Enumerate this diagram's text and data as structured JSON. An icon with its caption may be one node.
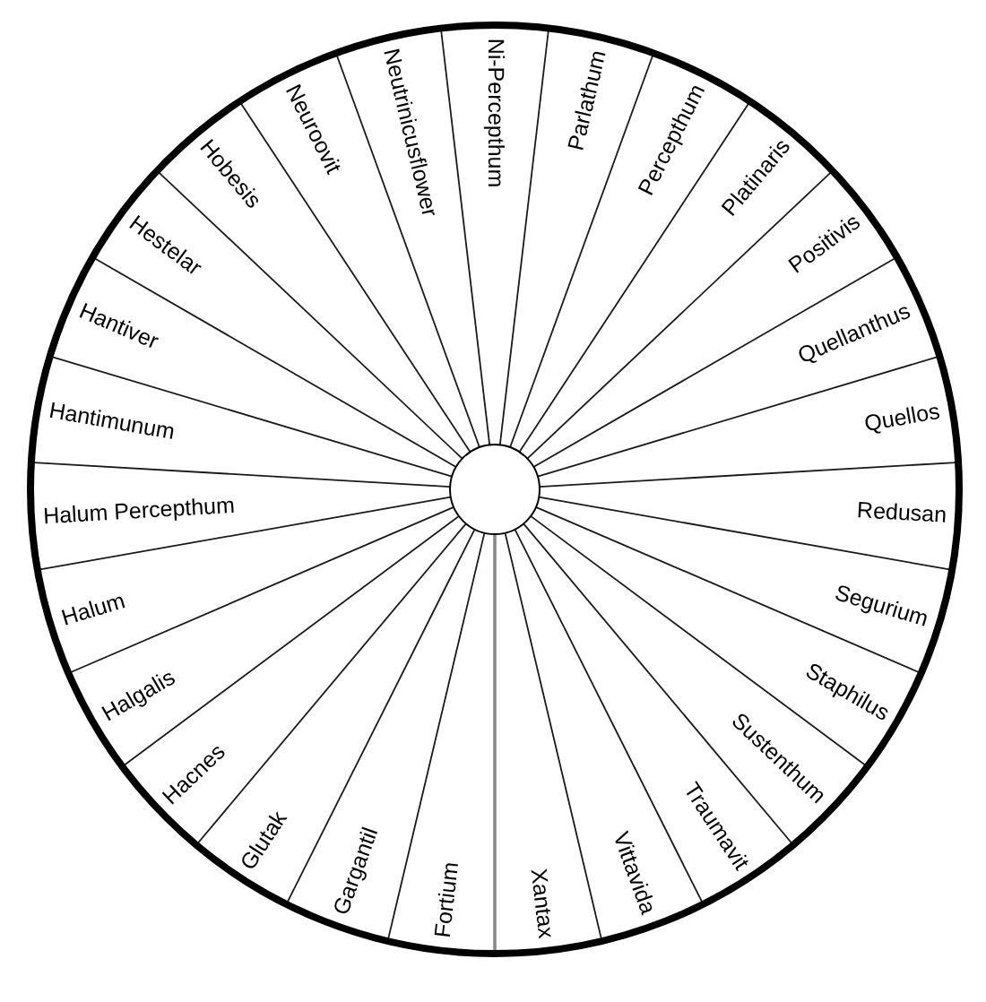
{
  "diagram": {
    "nodes": [
      {
        "text": [
          "Ni-Percepthum"
        ]
      },
      {
        "text": [
          "Parlathum"
        ]
      },
      {
        "text": [
          "Percepthum"
        ]
      },
      {
        "text": [
          "Platinaris"
        ]
      },
      {
        "text": [
          "Positivis"
        ]
      },
      {
        "text": [
          "Quellanthus"
        ]
      },
      {
        "text": [
          "Quellos"
        ]
      },
      {
        "text": [
          "Redusan"
        ]
      },
      {
        "text": [
          "Segurium"
        ]
      },
      {
        "text": [
          "Staphilus"
        ]
      },
      {
        "text": [
          "Sustenthum"
        ]
      },
      {
        "text": [
          "Traumavit"
        ]
      },
      {
        "text": [
          "Vittavida"
        ]
      },
      {
        "text": [
          "Xantax"
        ]
      },
      {
        "text": [
          "Fortium"
        ]
      },
      {
        "text": [
          "Gargantil"
        ]
      },
      {
        "text": [
          "Glutak"
        ]
      },
      {
        "text": [
          "Hacnes"
        ]
      },
      {
        "text": [
          "Halgalis"
        ]
      },
      {
        "text": [
          "Halum"
        ]
      },
      {
        "text": [
          "Halum Percepthum"
        ]
      },
      {
        "text": [
          "Hantimunum"
        ]
      },
      {
        "text": [
          "Hantiver"
        ]
      },
      {
        "text": [
          "Hestelar"
        ]
      },
      {
        "text": [
          "Hobesis"
        ]
      },
      {
        "text": [
          "Neuroovit"
        ]
      },
      {
        "text": [
          "Neutrinicusflower"
        ]
      }
    ]
  }
}
